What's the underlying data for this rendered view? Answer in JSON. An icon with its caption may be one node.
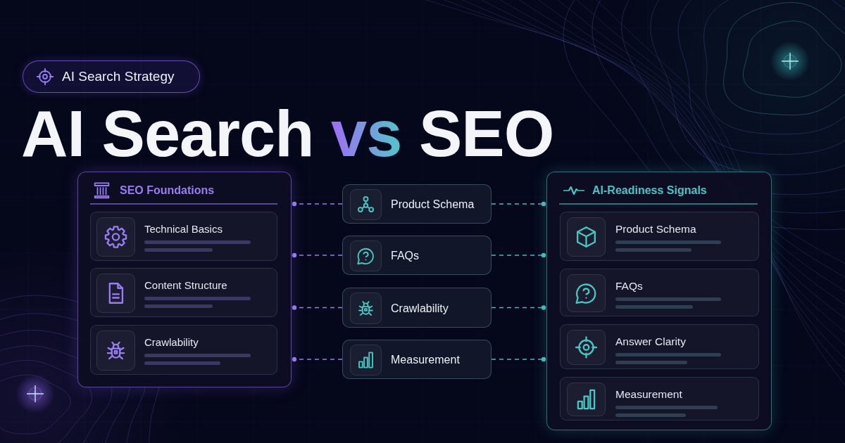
{
  "diagram": {
    "title": "AI Search vs SEO",
    "nodes": [
      {
        "text": [
          "AI Search Strategy"
        ]
      },
      {
        "text": [
          "SEO Foundations"
        ]
      },
      {
        "text": [
          "Technical Basics"
        ],
        "in": 1
      },
      {
        "text": [
          "Content Structure"
        ],
        "in": 1
      },
      {
        "text": [
          "Crawlability"
        ],
        "in": 1
      },
      {
        "text": [
          "Product Schema"
        ]
      },
      {
        "text": [
          "FAQs"
        ]
      },
      {
        "text": [
          "Crawlability"
        ]
      },
      {
        "text": [
          "Measurement"
        ]
      },
      {
        "text": [
          "AI-Readiness Signals"
        ]
      },
      {
        "text": [
          "Product Schema"
        ],
        "in": 9
      },
      {
        "text": [
          "FAQs"
        ],
        "in": 9
      },
      {
        "text": [
          "Answer Clarity"
        ],
        "in": 9
      },
      {
        "text": [
          "Measurement"
        ],
        "in": 9
      }
    ],
    "edges": [
      {
        "from": 5,
        "to": 1,
        "arrow": "other",
        "style": "dashed",
        "color": "#9b7cf0"
      },
      {
        "from": 5,
        "to": 9,
        "arrow": "other",
        "style": "dashed",
        "color": "#3fbfbc"
      },
      {
        "from": 6,
        "to": 1,
        "arrow": "other",
        "style": "dashed",
        "color": "#9b7cf0"
      },
      {
        "from": 6,
        "to": 9,
        "arrow": "other",
        "style": "dashed",
        "color": "#3fbfbc"
      },
      {
        "from": 7,
        "to": 1,
        "arrow": "other",
        "style": "dashed",
        "color": "#9b7cf0"
      },
      {
        "from": 7,
        "to": 9,
        "arrow": "other",
        "style": "dashed",
        "color": "#3fbfbc"
      },
      {
        "from": 8,
        "to": 1,
        "arrow": "other",
        "style": "dashed",
        "color": "#9b7cf0"
      },
      {
        "from": 8,
        "to": 9,
        "arrow": "other",
        "style": "dashed",
        "color": "#3fbfbc"
      }
    ]
  }
}
